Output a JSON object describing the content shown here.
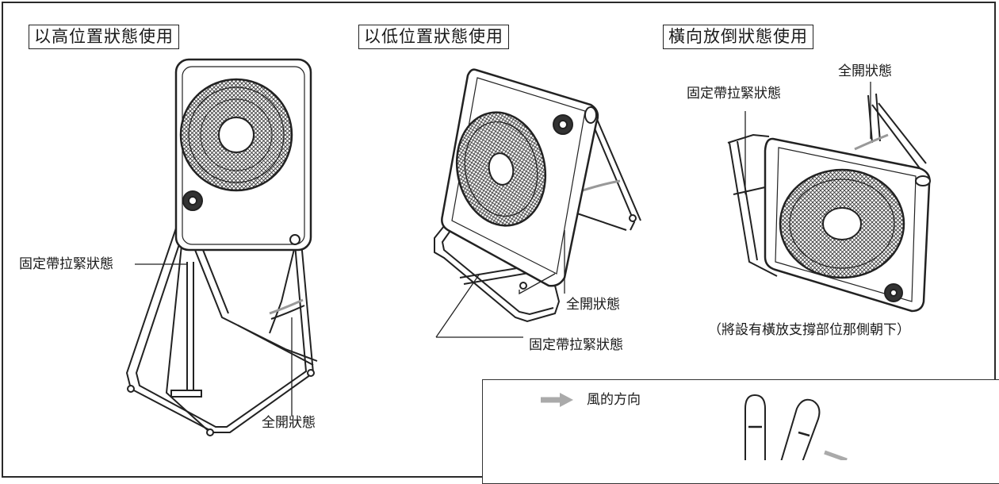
{
  "sections": [
    {
      "heading": "以高位置狀態使用"
    },
    {
      "heading": "以低位置狀態使用"
    },
    {
      "heading": "橫向放倒狀態使用"
    }
  ],
  "labels": {
    "high_strap": "固定帶拉緊狀態",
    "high_open": "全開狀態",
    "low_open": "全開狀態",
    "low_strap": "固定帶拉緊狀態",
    "side_open": "全開狀態",
    "side_strap": "固定帶拉緊狀態",
    "side_note": "（將設有橫放支撐部位那側朝下）"
  },
  "legend": {
    "wind_direction": "風的方向"
  }
}
